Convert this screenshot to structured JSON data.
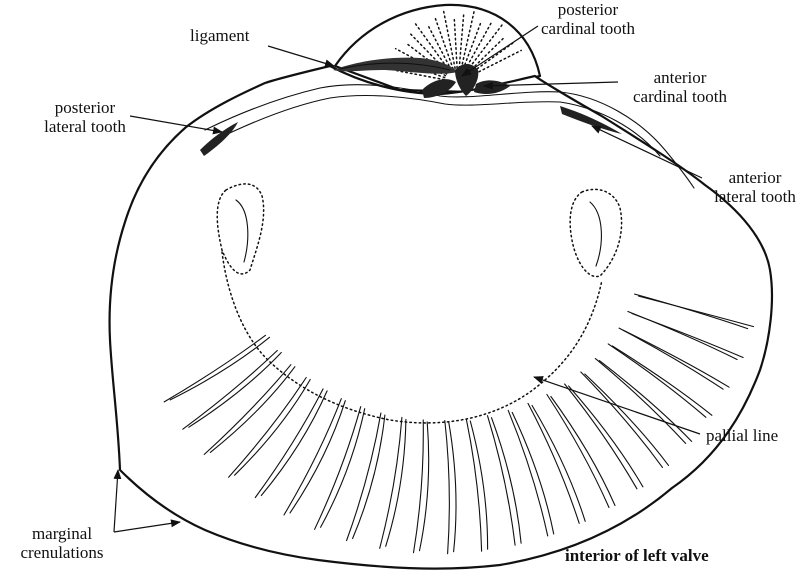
{
  "labels": {
    "ligament": "ligament",
    "posterior_cardinal_tooth_line1": "posterior",
    "posterior_cardinal_tooth_line2": "cardinal tooth",
    "anterior_cardinal_tooth_line1": "anterior",
    "anterior_cardinal_tooth_line2": "cardinal tooth",
    "posterior_lateral_tooth_line1": "posterior",
    "posterior_lateral_tooth_line2": "lateral tooth",
    "anterior_lateral_tooth_line1": "anterior",
    "anterior_lateral_tooth_line2": "lateral tooth",
    "pallial_line": "pallial line",
    "marginal_crenulations_line1": "marginal",
    "marginal_crenulations_line2": "crenulations"
  },
  "caption": "interior of left valve",
  "colors": {
    "ink": "#111111",
    "background": "#ffffff"
  }
}
